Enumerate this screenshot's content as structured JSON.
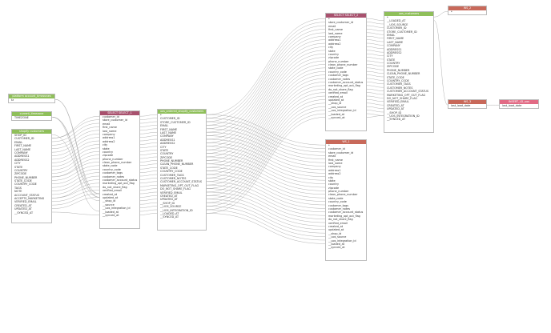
{
  "colors": {
    "green": "#8fbf5a",
    "purple": "#a8516e",
    "red": "#c8695a",
    "pink": "#e26b85",
    "edge": "#9e9e9e"
  },
  "nodes": {
    "platform": {
      "title": "platform account_timezones",
      "columns": [
        "tz"
      ]
    },
    "current": {
      "title": "current_timezone",
      "columns": [
        "TIMEZONE"
      ]
    },
    "shopify": {
      "title": "shopify customers",
      "columns": [
        "SHOP_ID",
        "CUSTOMER_ID",
        "EMAIL",
        "FIRST_NAME",
        "LAST_NAME",
        "COMPANY",
        "ADDRESS1",
        "ADDRESS2",
        "CITY",
        "STATE",
        "COUNTRY",
        "ZIPCODE",
        "PHONE_NUMBER",
        "STATE_CODE",
        "COUNTRY_CODE",
        "TAGS",
        "NOTE",
        "ACCOUNT_STATUS",
        "ACCEPTS_MARKETING",
        "VERIFIED_EMAIL",
        "CREATED_AT",
        "UPDATED_AT",
        "__SYNCED_AT"
      ]
    },
    "sel1": {
      "title": "SELECT SELECT_1",
      "columns": [
        "customer_id",
        "store_customer_id",
        "email",
        "first_name",
        "last_name",
        "company",
        "address1",
        "address2",
        "city",
        "state",
        "country",
        "zipcode",
        "phone_number",
        "clean_phone_number",
        "state_code",
        "country_code",
        "customer_tags",
        "customer_notes",
        "customer_account_status",
        "marketing_opt_out_flag",
        "do_not_share_flag",
        "verified_email",
        "created_at",
        "updated_at",
        "__shop_id",
        "__source",
        "__uos_integration_id",
        "__loaded_at",
        "__synced_at"
      ]
    },
    "uos": {
      "title": "uos_ordered_shopify_customers",
      "columns": [
        "*",
        "CUSTOMER_ID",
        "STORE_CUSTOMER_ID",
        "EMAIL",
        "FIRST_NAME",
        "LAST_NAME",
        "COMPANY",
        "ADDRESS1",
        "ADDRESS2",
        "CITY",
        "STATE",
        "COUNTRY",
        "ZIPCODE",
        "PHONE_NUMBER",
        "CLEAN_PHONE_NUMBER",
        "STATE_CODE",
        "COUNTRY_CODE",
        "CUSTOMER_TAGS",
        "CUSTOMER_NOTES",
        "CUSTOMER_ACCOUNT_STATUS",
        "MARKETING_OPT_OUT_FLAG",
        "DO_NOT_SHARE_FLAG",
        "VERIFIED_EMAIL",
        "CREATED_AT",
        "UPDATED_AT",
        "__SHOP_ID",
        "__UOS_SOURCE",
        "__UOS_INTEGRATION_ID",
        "__LOADED_AT",
        "__SYNCED_AT"
      ]
    },
    "sel2": {
      "title": "SELECT SELECT_2",
      "columns": [
        "*",
        "store_customer_id",
        "email",
        "first_name",
        "last_name",
        "company",
        "address1",
        "address2",
        "city",
        "state",
        "country",
        "zipcode",
        "phone_number",
        "clean_phone_number",
        "state_code",
        "country_code",
        "customer_tags",
        "customer_notes",
        "customer_account_status",
        "marketing_opt_out_flag",
        "do_not_share_flag",
        "verified_email",
        "created_at",
        "updated_at",
        "__shop_id",
        "__uos_source",
        "__uos_integration_id",
        "__loaded_at",
        "__synced_at"
      ]
    },
    "uosc": {
      "title": "uos_customers",
      "columns": [
        "*",
        "__LOADED_AT",
        "__UOS_SOURCE",
        "CUSTOMER_ID",
        "STORE_CUSTOMER_ID",
        "EMAIL",
        "FIRST_NAME",
        "LAST_NAME",
        "COMPANY",
        "ADDRESS1",
        "ADDRESS2",
        "CITY",
        "STATE",
        "COUNTRY",
        "ZIPCODE",
        "PHONE_NUMBER",
        "CLEAN_PHONE_NUMBER",
        "STATE_CODE",
        "COUNTRY_CODE",
        "CUSTOMER_TAGS",
        "CUSTOMER_NOTES",
        "CUSTOMER_ACCOUNT_STATUS",
        "MARKETING_OPT_OUT_FLAG",
        "DO_NOT_SHARE_FLAG",
        "VERIFIED_EMAIL",
        "CREATED_AT",
        "UPDATED_AT",
        "__SHOP_ID",
        "__UOS_INTEGRATION_ID",
        "__SYNCED_AT"
      ]
    },
    "cte": {
      "title": "WS_1",
      "columns": [
        "*",
        "customer_id",
        "store_customer_id",
        "email",
        "first_name",
        "last_name",
        "company",
        "address1",
        "address2",
        "city",
        "state",
        "country",
        "zipcode",
        "phone_number",
        "clean_phone_number",
        "state_code",
        "country_code",
        "customer_tags",
        "customer_notes",
        "customer_account_status",
        "marketing_opt_out_flag",
        "do_not_share_flag",
        "verified_email",
        "created_at",
        "updated_at",
        "__shop_id",
        "__uos_source",
        "__uos_integration_id",
        "__loaded_at",
        "__synced_at"
      ]
    },
    "ws2": {
      "title": "WS_2",
      "columns": [
        "*"
      ]
    },
    "ws3": {
      "title": "WS_3",
      "columns": [
        "last_load_date"
      ]
    },
    "insert": {
      "title": "INSERT_LD_uos",
      "columns": [
        "last_load_date"
      ]
    }
  }
}
